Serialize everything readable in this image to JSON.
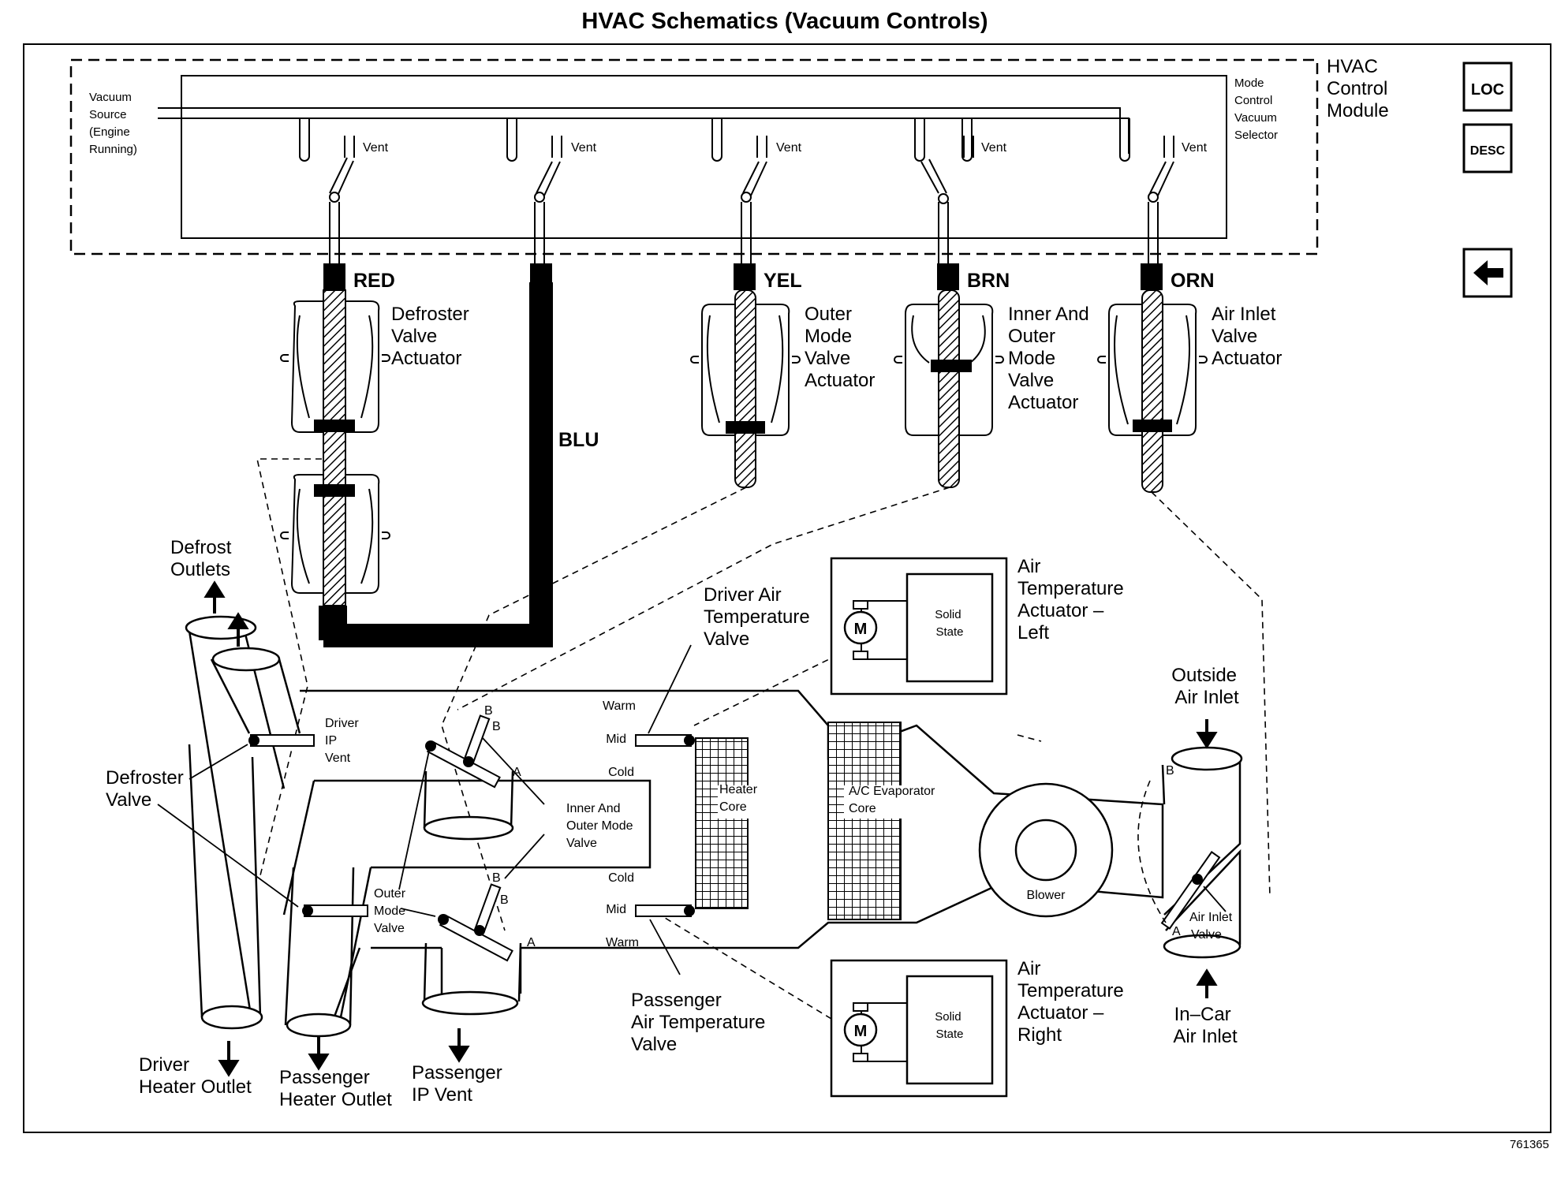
{
  "title": "HVAC Schematics (Vacuum Controls)",
  "figure_number": "761365",
  "control_module": {
    "label": [
      "HVAC",
      "Control",
      "Module"
    ],
    "vacuum_source": [
      "Vacuum",
      "Source",
      "(Engine",
      "Running)"
    ],
    "mode_selector": [
      "Mode",
      "Control",
      "Vacuum",
      "Selector"
    ],
    "vent_label": "Vent"
  },
  "wires": {
    "red": "RED",
    "yel": "YEL",
    "brn": "BRN",
    "orn": "ORN",
    "blu": "BLU"
  },
  "actuators": {
    "defroster": [
      "Defroster",
      "Valve",
      "Actuator"
    ],
    "outer_mode": [
      "Outer",
      "Mode",
      "Valve",
      "Actuator"
    ],
    "inner_outer_mode": [
      "Inner And",
      "Outer",
      "Mode",
      "Valve",
      "Actuator"
    ],
    "air_inlet": [
      "Air Inlet",
      "Valve",
      "Actuator"
    ]
  },
  "air_temp_left": {
    "label": [
      "Air",
      "Temperature",
      "Actuator –",
      "Left"
    ],
    "motor": "M",
    "solid_state": [
      "Solid",
      "State"
    ]
  },
  "air_temp_right": {
    "label": [
      "Air",
      "Temperature",
      "Actuator –",
      "Right"
    ],
    "motor": "M",
    "solid_state": [
      "Solid",
      "State"
    ]
  },
  "labels": {
    "defrost_outlets": [
      "Defrost",
      "Outlets"
    ],
    "defroster_valve": [
      "Defroster",
      "Valve"
    ],
    "driver_ip_vent": [
      "Driver",
      "IP",
      "Vent"
    ],
    "outer_mode_valve": [
      "Outer",
      "Mode",
      "Valve"
    ],
    "inner_outer_mode_valve": [
      "Inner And",
      "Outer Mode",
      "Valve"
    ],
    "driver_air_temp_valve": [
      "Driver Air",
      "Temperature",
      "Valve"
    ],
    "passenger_air_temp_valve": [
      "Passenger",
      "Air Temperature",
      "Valve"
    ],
    "heater_core": [
      "Heater",
      "Core"
    ],
    "ac_evaporator": [
      "A/C Evaporator",
      "Core"
    ],
    "blower": "Blower",
    "outside_air_inlet": [
      "Outside",
      "Air Inlet"
    ],
    "in_car_air_inlet": [
      "In–Car",
      "Air Inlet"
    ],
    "air_inlet_valve": [
      "Air Inlet",
      "Valve"
    ],
    "driver_heater_outlet": [
      "Driver",
      "Heater Outlet"
    ],
    "passenger_heater_outlet": [
      "Passenger",
      "Heater Outlet"
    ],
    "passenger_ip_vent": [
      "Passenger",
      "IP Vent"
    ],
    "warm": "Warm",
    "mid": "Mid",
    "cold": "Cold",
    "a": "A",
    "b": "B"
  },
  "nav": {
    "loc": "LOC",
    "desc": "DESC",
    "back_icon": "left-arrow-icon"
  }
}
